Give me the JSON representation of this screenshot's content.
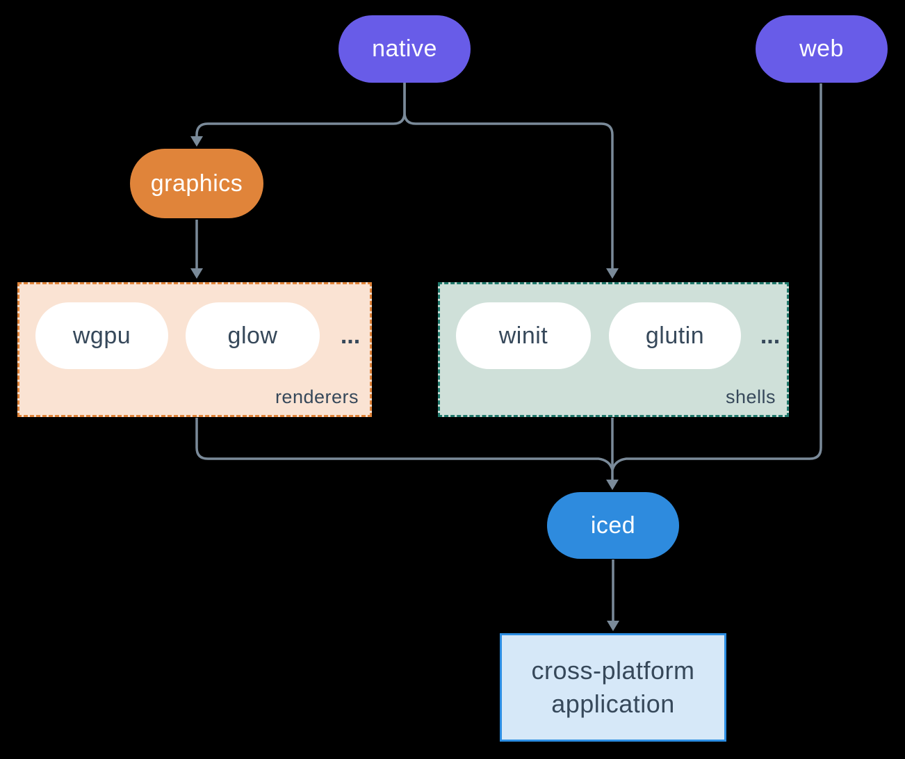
{
  "nodes": {
    "native": "native",
    "web": "web",
    "graphics": "graphics",
    "iced": "iced",
    "app": "cross-platform application"
  },
  "renderers": {
    "label": "renderers",
    "items": [
      "wgpu",
      "glow"
    ],
    "ellipsis": "..."
  },
  "shells": {
    "label": "shells",
    "items": [
      "winit",
      "glutin"
    ],
    "ellipsis": "..."
  },
  "colors": {
    "background": "#000000",
    "purple": "#685CE8",
    "orange": "#E0843A",
    "blue": "#2E8BDE",
    "white_pill": "#FFFFFF",
    "dark_text": "#36485A",
    "line": "#7A8A99",
    "renderers_fill": "#FAE3D3",
    "renderers_border": "#E0843A",
    "shells_fill": "#CFE0D9",
    "shells_border": "#20796C",
    "app_fill": "#D6E8F8",
    "app_border": "#2D8EE3"
  }
}
